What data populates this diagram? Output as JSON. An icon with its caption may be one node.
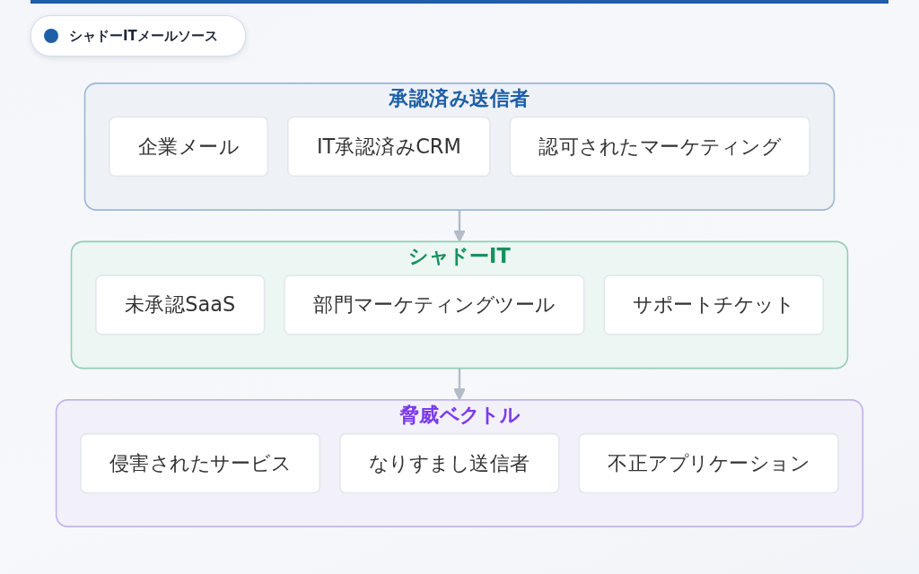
{
  "diagram": {
    "title": "シャドーITメールソース",
    "nodes": [
      {
        "text": [
          "承認済み送信者"
        ]
      },
      {
        "text": [
          "企業メール"
        ],
        "in": 0
      },
      {
        "text": [
          "IT承認済みCRM"
        ],
        "in": 0
      },
      {
        "text": [
          "認可されたマーケティング"
        ],
        "in": 0
      },
      {
        "text": [
          "シャドーIT"
        ]
      },
      {
        "text": [
          "未承認SaaS"
        ],
        "in": 4
      },
      {
        "text": [
          "部門マーケティングツール"
        ],
        "in": 4
      },
      {
        "text": [
          "サポートチケット"
        ],
        "in": 4
      },
      {
        "text": [
          "脅威ベクトル"
        ]
      },
      {
        "text": [
          "侵害されたサービス"
        ],
        "in": 8
      },
      {
        "text": [
          "なりすまし送信者"
        ],
        "in": 8
      },
      {
        "text": [
          "不正アプリケーション"
        ],
        "in": 8
      }
    ],
    "edges": [
      {
        "from": 0,
        "to": 4,
        "arrow": "to"
      },
      {
        "from": 4,
        "to": 8,
        "arrow": "to"
      }
    ]
  }
}
